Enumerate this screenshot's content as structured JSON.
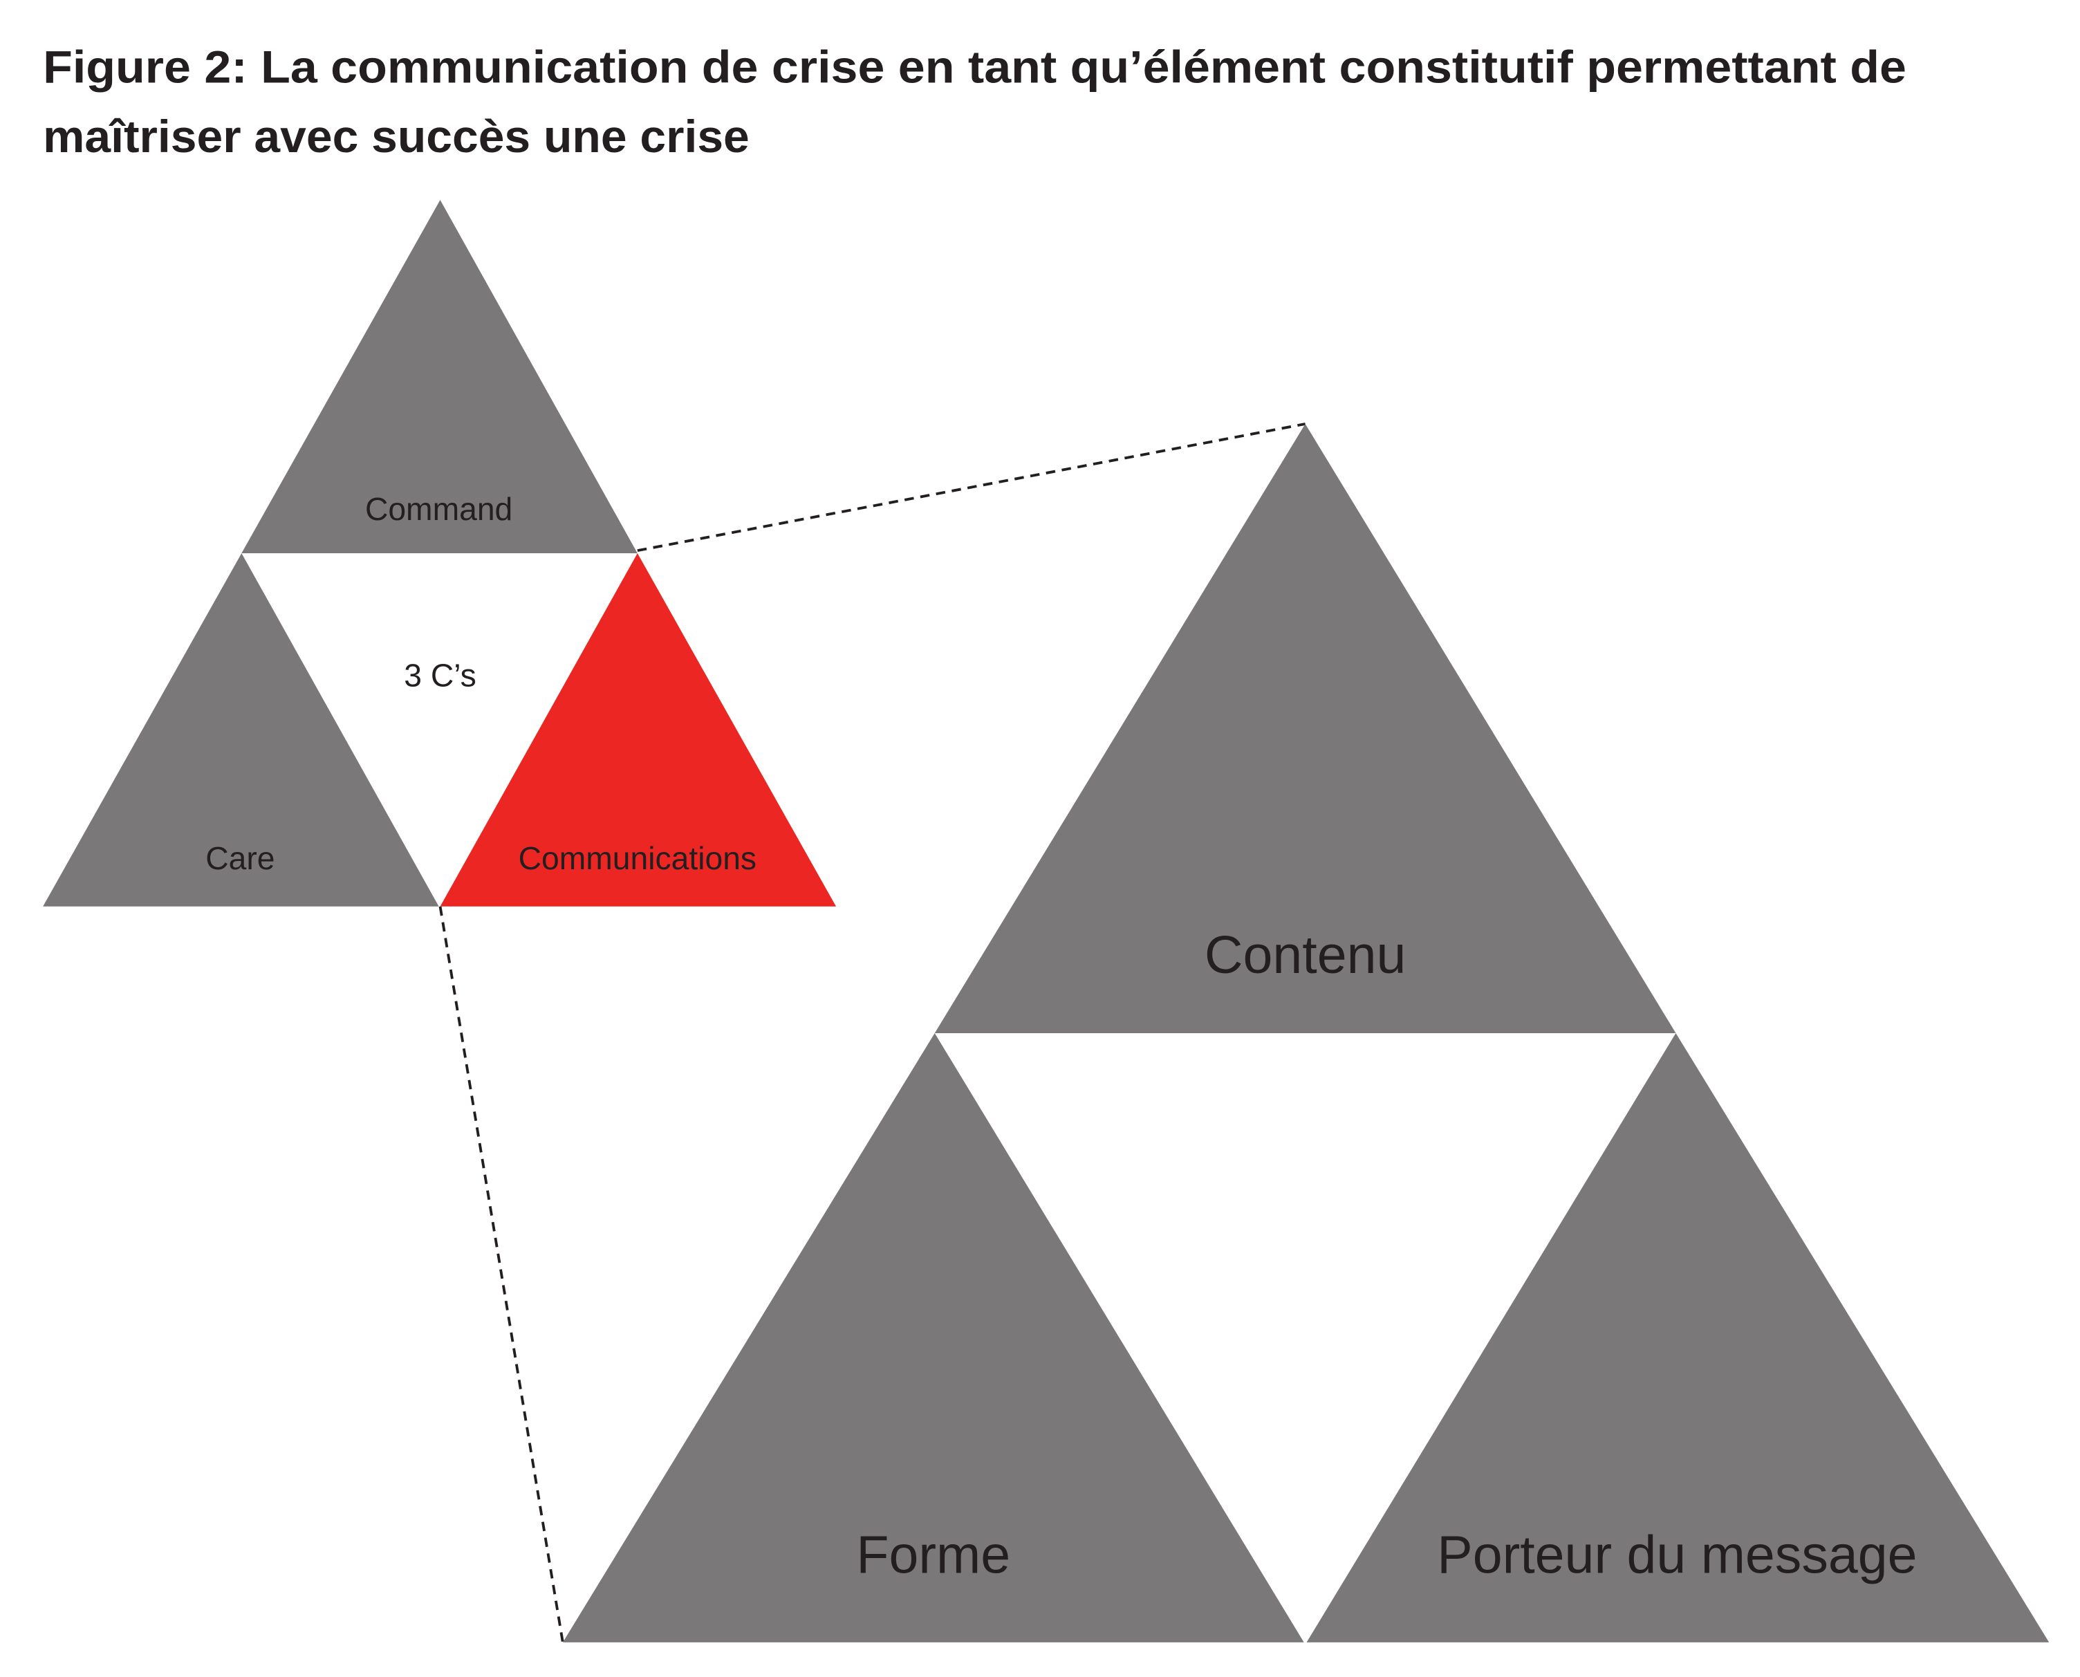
{
  "title": {
    "line1": "Figure 2: La communication de crise en tant qu’élément constitutif permettant de",
    "line2": "maîtriser avec succès une crise"
  },
  "small_triangle": {
    "center_label": "3 C’s",
    "top": "Command",
    "left": "Care",
    "right": "Communications"
  },
  "large_triangle": {
    "top": "Contenu",
    "left": "Forme",
    "right": "Porteur du message"
  },
  "colors": {
    "gray": "#7a7879",
    "highlight": "#ec2723",
    "text": "#231f20"
  }
}
